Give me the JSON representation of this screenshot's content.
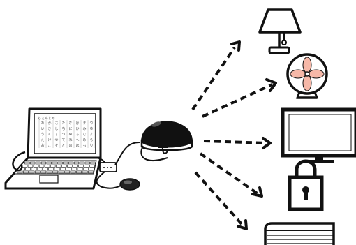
{
  "laptop": {
    "screen_title": "ちぇんじゃ",
    "grid_rows": [
      [
        "あ",
        "か",
        "さ",
        "た",
        "な",
        "は",
        "ま",
        "や"
      ],
      [
        "い",
        "き",
        "し",
        "ち",
        "に",
        "ひ",
        "み",
        "ゆ"
      ],
      [
        "う",
        "く",
        "す",
        "つ",
        "ぬ",
        "ふ",
        "む",
        "よ"
      ],
      [
        "え",
        "け",
        "せ",
        "て",
        "ね",
        "へ",
        "め",
        "ら"
      ],
      [
        "お",
        "こ",
        "そ",
        "と",
        "の",
        "ほ",
        "も",
        "り"
      ]
    ]
  },
  "hub": {
    "icon": "ir-remote-hub-icon"
  },
  "devices": [
    {
      "name": "lamp",
      "icon": "lamp-icon"
    },
    {
      "name": "fan",
      "icon": "fan-icon"
    },
    {
      "name": "tv",
      "icon": "tv-icon"
    },
    {
      "name": "lock",
      "icon": "padlock-icon"
    },
    {
      "name": "air-conditioner",
      "icon": "air-conditioner-icon"
    }
  ],
  "colors": {
    "line": "#111111",
    "fan_blade": "#f6b8a8",
    "hub_body": "#111111"
  }
}
